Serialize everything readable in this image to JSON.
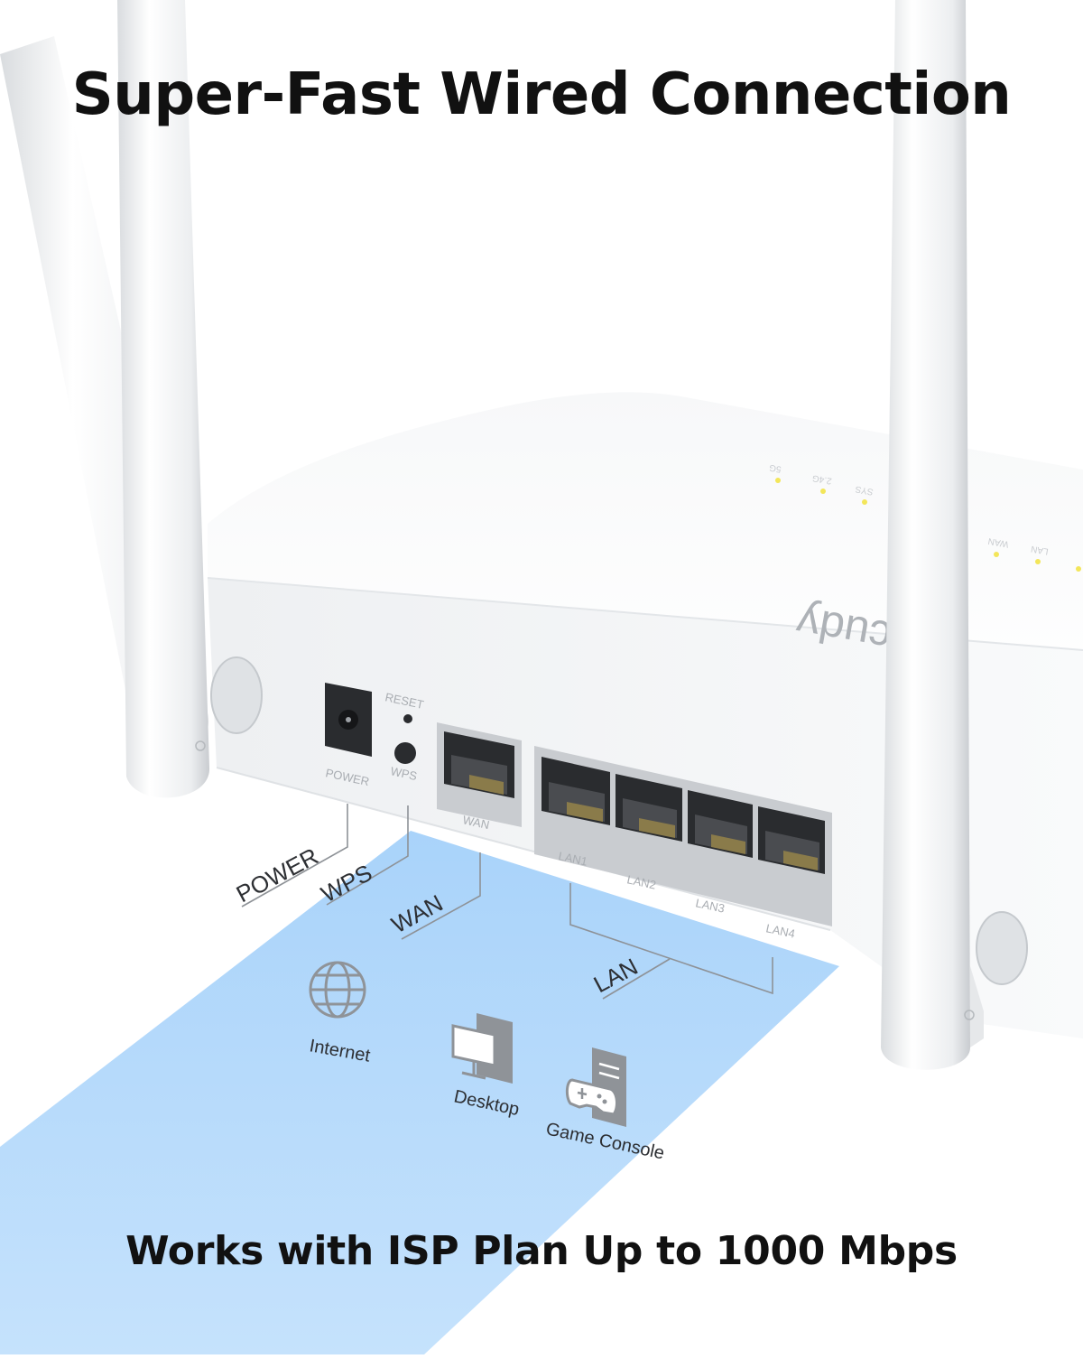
{
  "headline": "Super-Fast Wired Connection",
  "subheadline": "Works with ISP Plan Up to 1000 Mbps",
  "brand_logo": "cudy",
  "router": {
    "ports": {
      "power": "POWER",
      "reset": "RESET",
      "wps": "WPS",
      "wan": "WAN",
      "lan1": "LAN1",
      "lan2": "LAN2",
      "lan3": "LAN3",
      "lan4": "LAN4"
    },
    "status_leds": [
      "5G",
      "2.4G",
      "SYS",
      "WAN",
      "LAN"
    ]
  },
  "callouts": {
    "power": "POWER",
    "wps": "WPS",
    "wan": "WAN",
    "lan": "LAN"
  },
  "devices": [
    {
      "label": "Internet",
      "icon": "globe-icon"
    },
    {
      "label": "Desktop",
      "icon": "desktop-icon"
    },
    {
      "label": "Game Console",
      "icon": "game-console-icon"
    }
  ],
  "colors": {
    "beam": "#b9dcfb",
    "router_body": "#f4f5f6",
    "led": "#f3e65a",
    "icon_gray": "#8f9398",
    "text_dark": "#111111"
  }
}
